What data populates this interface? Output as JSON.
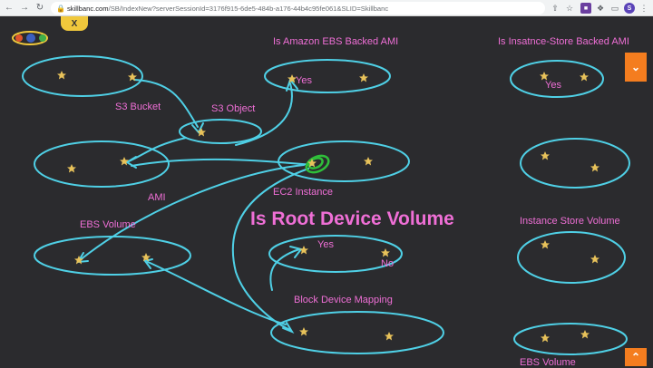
{
  "browser": {
    "url_host": "skillbanc.com",
    "url_rest": "/SB/IndexNew?serverSessionId=3176f915-6de5-484b-a176-44b4c95fe061&SLID=Skillbanc",
    "avatar_letter": "S"
  },
  "toolbar": {
    "close_label": "X"
  },
  "headline": "Is Root Device Volume",
  "labels": {
    "ebs_backed": "Is Amazon EBS Backed AMI",
    "instance_store_backed": "Is Insatnce-Store Backed AMI",
    "s3_bucket": "S3 Bucket",
    "s3_object": "S3 Object",
    "ami": "AMI",
    "ec2_instance": "EC2 Instance",
    "ebs_volume": "EBS Volume",
    "instance_store_volume": "Instance Store Volume",
    "block_device_mapping": "Block Device Mapping",
    "ebs_volume_bottom": "EBS Volume",
    "yes_ebs": "Yes",
    "yes_store": "Yes",
    "yes_root": "Yes",
    "no_root": "No"
  },
  "colors": {
    "background": "#2b2b2e",
    "ellipse": "#4fd0e6",
    "text": "#ef6fd6",
    "star": "#e8c25a",
    "accent": "#f47d1f",
    "ec2_highlight": "#2fbf3a"
  },
  "icons": {
    "back": "back-arrow-icon",
    "forward": "forward-arrow-icon",
    "reload": "reload-icon",
    "home": "home-icon",
    "lock": "lock-icon",
    "share": "share-icon",
    "bookmark": "star-bookmark-icon",
    "extension": "extension-icon",
    "puzzle": "puzzle-icon",
    "menu": "kebab-menu-icon",
    "scroll_down": "chevron-double-down-icon",
    "scroll_up": "chevron-double-up-icon"
  }
}
